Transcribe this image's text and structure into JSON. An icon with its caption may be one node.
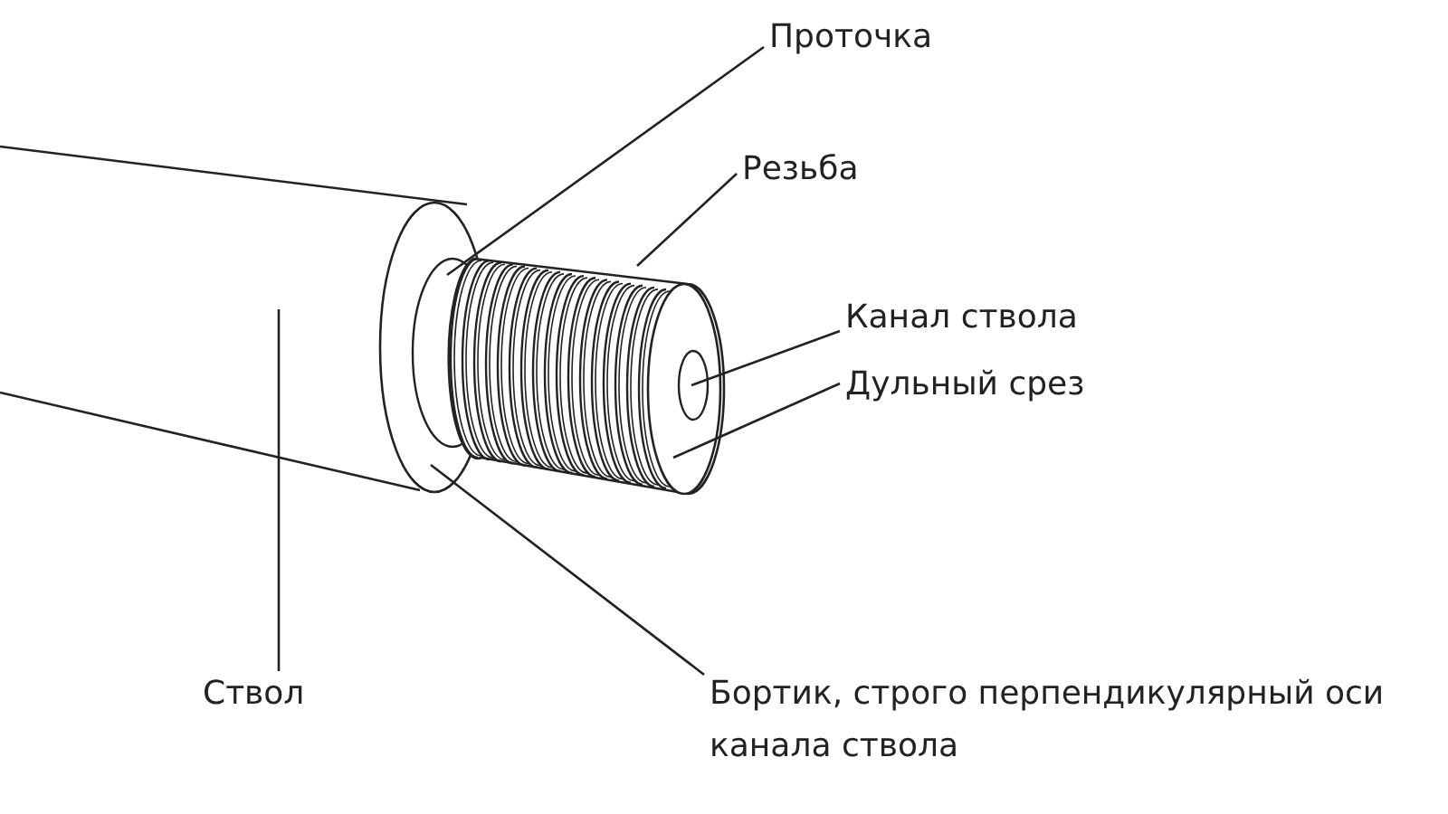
{
  "diagram": {
    "nodes": [
      {
        "text": [
          "Проточка"
        ]
      },
      {
        "text": [
          "Резьба"
        ]
      },
      {
        "text": [
          "Канал ствола"
        ]
      },
      {
        "text": [
          "Дульный срез"
        ]
      },
      {
        "text": [
          "Ствол"
        ]
      },
      {
        "text": [
          "Бортик, строго перпендикулярный оси канала ствола"
        ]
      }
    ],
    "edges": [
      {
        "from": 0,
        "to": null,
        "arrow": "none"
      },
      {
        "from": 1,
        "to": null,
        "arrow": "none"
      },
      {
        "from": 2,
        "to": null,
        "arrow": "none"
      },
      {
        "from": 3,
        "to": null,
        "arrow": "none"
      },
      {
        "from": 4,
        "to": null,
        "arrow": "none"
      },
      {
        "from": 5,
        "to": null,
        "arrow": "none"
      }
    ]
  }
}
